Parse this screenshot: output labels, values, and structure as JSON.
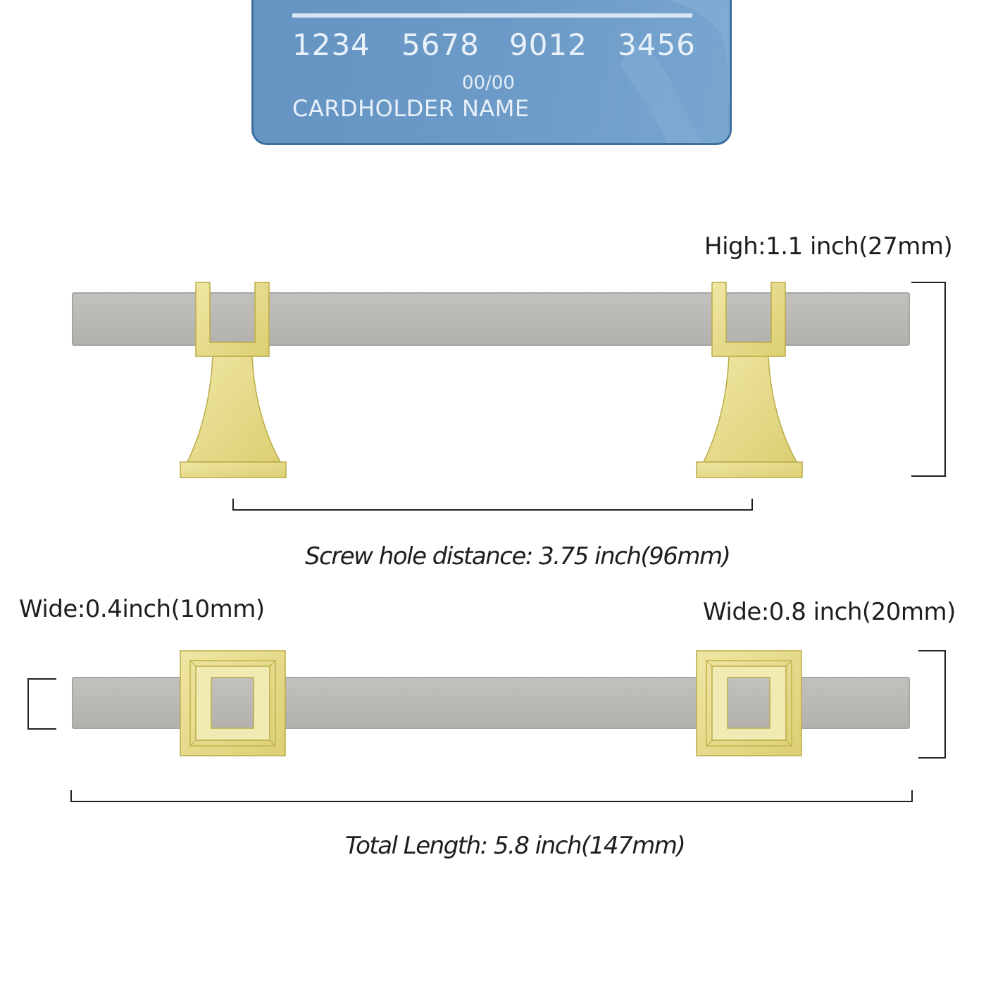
{
  "card": {
    "number_groups": [
      "1234",
      "5678",
      "9012",
      "3456"
    ],
    "expiry": "00/00",
    "holder": "CARDHOLDER NAME"
  },
  "dimensions": {
    "height": "High:1.1 inch(27mm)",
    "screw_hole_distance": "Screw hole distance: 3.75  inch(96mm)",
    "wide_bar": "Wide:0.4inch(10mm)",
    "wide_base": "Wide:0.8 inch(20mm)",
    "total_length": "Total Length: 5.8 inch(147mm)"
  },
  "colors": {
    "bar": "#b9b7b4",
    "bar_edge": "#a7a5a2",
    "gold": "#e8de8e",
    "gold_dark": "#b9ab46",
    "gold_light": "#f5eeb6",
    "line": "#222222"
  }
}
